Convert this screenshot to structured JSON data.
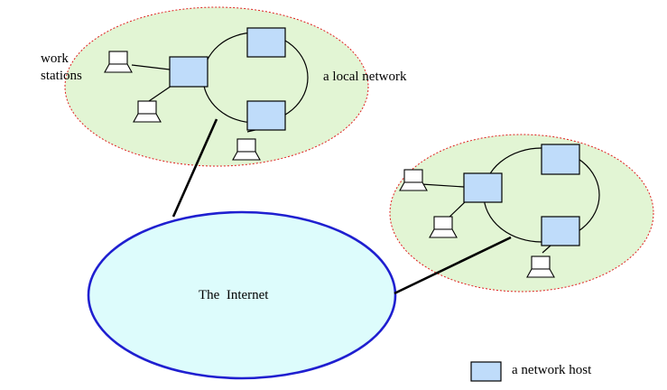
{
  "labels": {
    "workstations_line1": "work",
    "workstations_line2": "stations",
    "local_network": "a local network",
    "internet": "The  Internet",
    "legend": "a network host"
  },
  "colors": {
    "lan_fill": "#e2f5d4",
    "lan_border": "#e02020",
    "internet_fill": "#ddfcfc",
    "internet_border": "#1f1fd0",
    "host_fill": "#bfdcfa"
  },
  "icons": {
    "host": "network-host-box-icon",
    "workstation": "laptop-workstation-icon"
  }
}
